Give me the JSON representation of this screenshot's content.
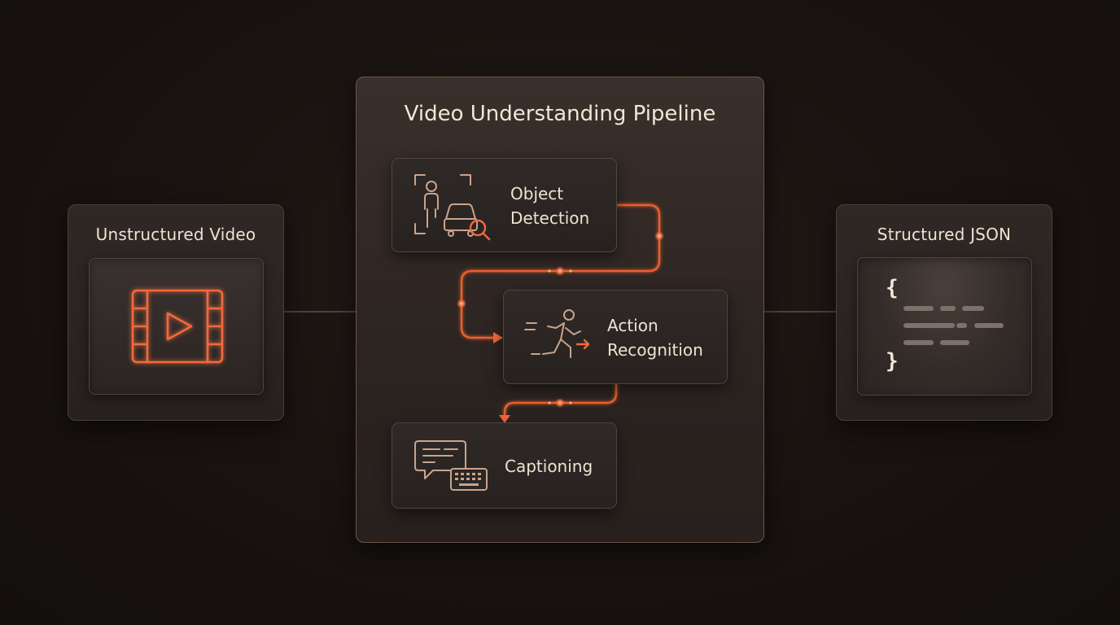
{
  "input": {
    "title": "Unstructured Video",
    "icon": "video-film-icon"
  },
  "pipeline": {
    "title": "Video Understanding Pipeline",
    "stages": [
      {
        "line1": "Object",
        "line2": "Detection",
        "icon": "person-car-search-icon"
      },
      {
        "line1": "Action",
        "line2": "Recognition",
        "icon": "running-person-icon"
      },
      {
        "line1": "Captioning",
        "icon": "caption-keyboard-icon"
      }
    ]
  },
  "output": {
    "title": "Structured JSON",
    "open_brace": "{",
    "close_brace": "}",
    "icon": "json-code-icon"
  },
  "colors": {
    "accent": "#f06a3c",
    "text": "#efe2d2",
    "icon_muted": "#c9a48c"
  }
}
